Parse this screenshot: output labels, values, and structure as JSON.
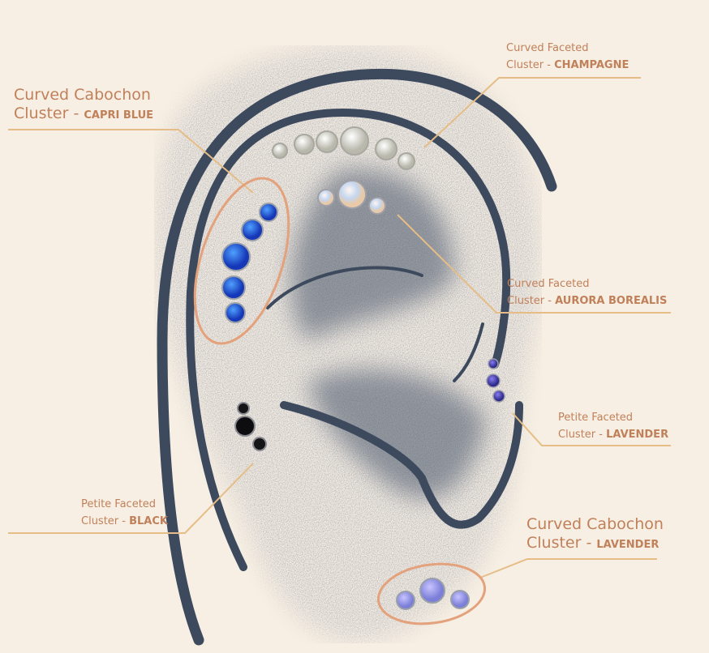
{
  "colors": {
    "background": "#f7efe3",
    "label_text": "#c0805a",
    "leader_line": "#e6bd86",
    "ear_outline": "#3d4a5e",
    "highlight_ring": "#e3a27c"
  },
  "labels": [
    {
      "line1": "Curved Cabochon",
      "line2_prefix": "Cluster - ",
      "line2_bold": "CAPRI BLUE"
    },
    {
      "line1": "Curved Faceted",
      "line2_prefix": "Cluster - ",
      "line2_bold": "CHAMPAGNE"
    },
    {
      "line1": "Curved Faceted",
      "line2_prefix": "Cluster - ",
      "line2_bold": "AURORA BOREALIS"
    },
    {
      "line1": "Petite Faceted",
      "line2_prefix": "Cluster - ",
      "line2_bold": "LAVENDER"
    },
    {
      "line1": "Petite Faceted",
      "line2_prefix": "Cluster - ",
      "line2_bold": "BLACK"
    },
    {
      "line1": "Curved Cabochon",
      "line2_prefix": "Cluster - ",
      "line2_bold": "LAVENDER"
    }
  ]
}
